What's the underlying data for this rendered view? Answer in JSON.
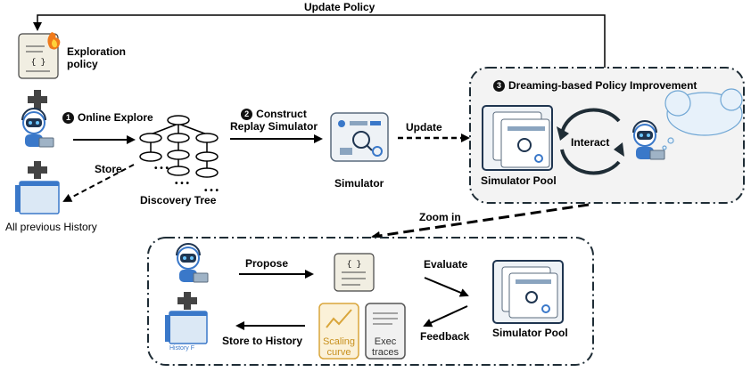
{
  "labels": {
    "update_policy": "Update Policy",
    "exploration_policy": "Exploration\npolicy",
    "online_explore": "Online Explore",
    "online_explore_num": "1",
    "store": "Store",
    "all_history": "All previous History",
    "discovery_tree": "Discovery Tree",
    "construct_sim": "Construct\nReplay Simulator",
    "construct_sim_num": "2",
    "simulator": "Simulator",
    "update": "Update",
    "dreaming": "Dreaming-based Policy Improvement",
    "dreaming_num": "3",
    "interact": "Interact",
    "sim_pool_top": "Simulator Pool",
    "zoom_in": "Zoom  in",
    "propose": "Propose",
    "evaluate": "Evaluate",
    "feedback": "Feedback",
    "store_to_history": "Store to History",
    "sim_pool_bottom": "Simulator Pool",
    "scaling_curve": "Scaling\ncurve",
    "exec_traces": "Exec\ntraces",
    "history_f": "History F",
    "code_glyph": "{ }",
    "dots": "• • •"
  },
  "colors": {
    "accent_orange": "#d9a53a",
    "robot_blue": "#3a78c9",
    "panel_fill": "#f3f3f3",
    "dash": "#1f2d36"
  }
}
